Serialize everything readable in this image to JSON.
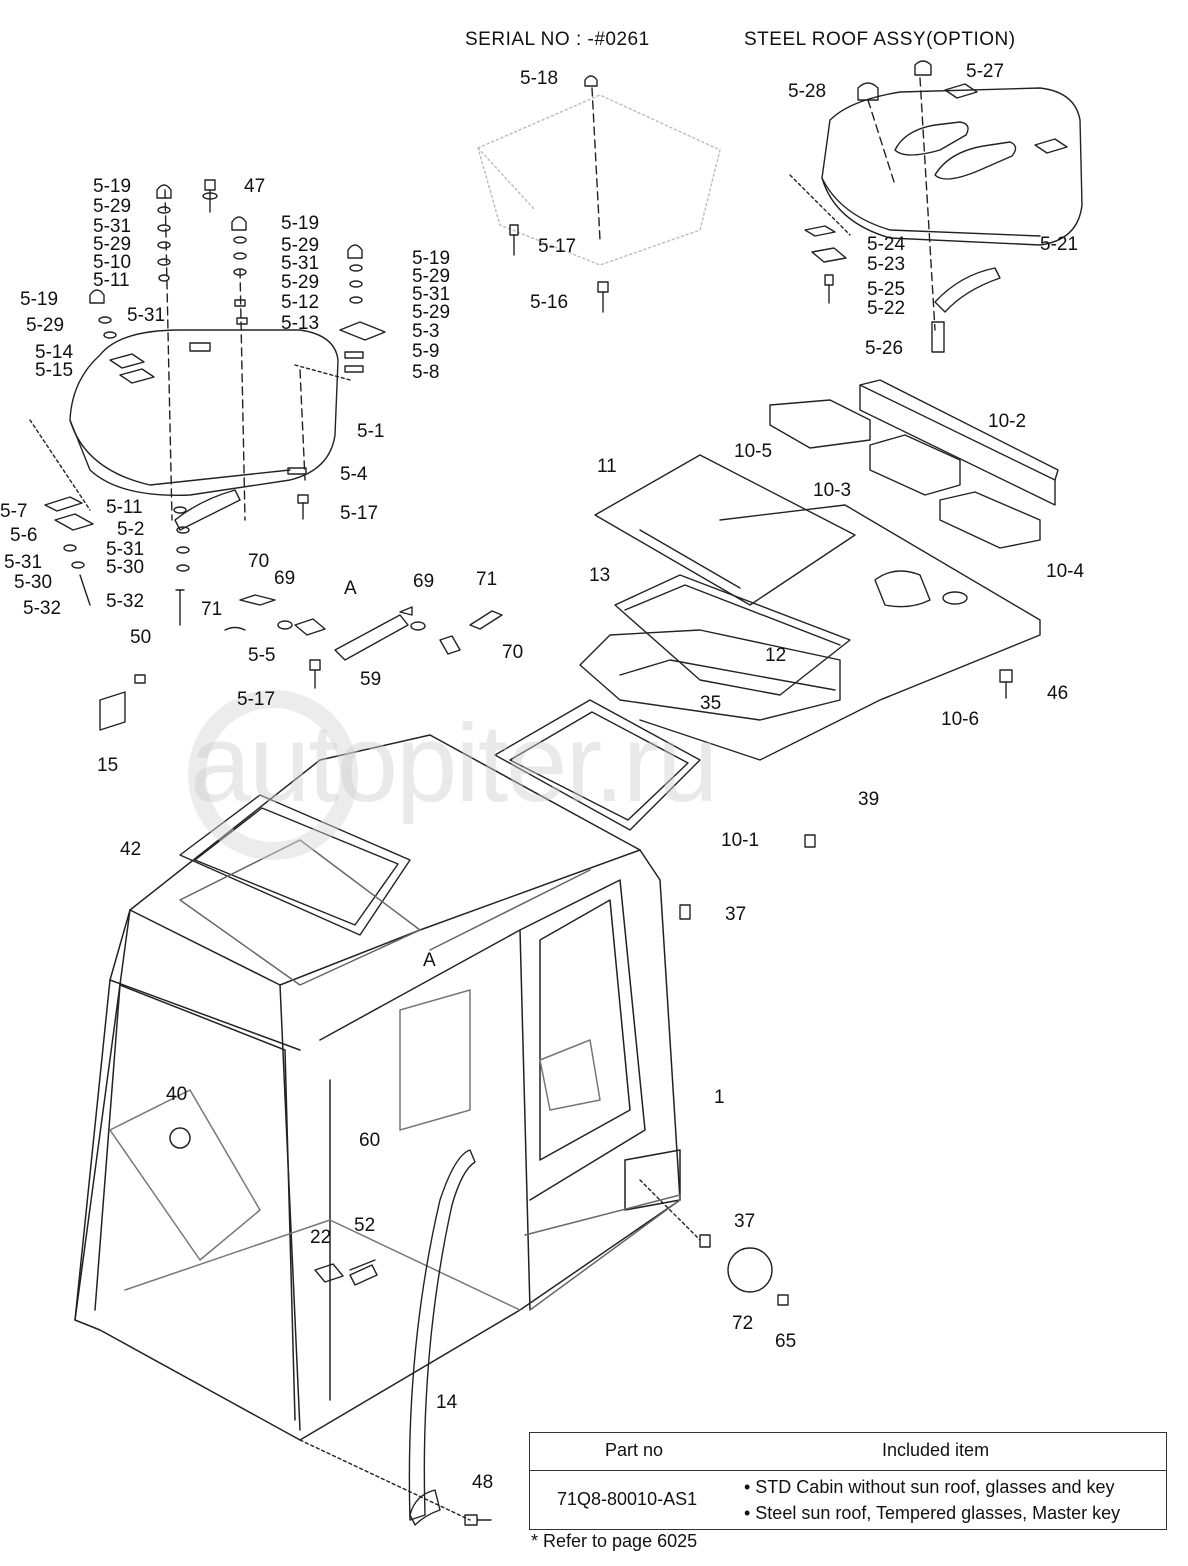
{
  "headers": {
    "serial": "SERIAL NO : -#0261",
    "steel_roof": "STEEL ROOF ASSY(OPTION)"
  },
  "watermark": "autopiter.ru",
  "callouts": {
    "c_5_18": "5-18",
    "c_5_17_top": "5-17",
    "c_5_16": "5-16",
    "c_5_27": "5-27",
    "c_5_28": "5-28",
    "c_5_24": "5-24",
    "c_5_23": "5-23",
    "c_5_25": "5-25",
    "c_5_22": "5-22",
    "c_5_26": "5-26",
    "c_5_21": "5-21",
    "c_5_19_a": "5-19",
    "c_5_29_a": "5-29",
    "c_5_31_a": "5-31",
    "c_5_29_b": "5-29",
    "c_5_10": "5-10",
    "c_5_11_a": "5-11",
    "c_47": "47",
    "c_5_19_b": "5-19",
    "c_5_29_c": "5-29",
    "c_5_31_b": "5-31",
    "c_5_29_d": "5-29",
    "c_5_12": "5-12",
    "c_5_13": "5-13",
    "c_5_19_c": "5-19",
    "c_5_29_e": "5-29",
    "c_5_31_c": "5-31",
    "c_5_29_f": "5-29",
    "c_5_3": "5-3",
    "c_5_9": "5-9",
    "c_5_8": "5-8",
    "c_5_19_d": "5-19",
    "c_5_29_g": "5-29",
    "c_5_31_d": "5-31",
    "c_5_14": "5-14",
    "c_5_15": "5-15",
    "c_5_1": "5-1",
    "c_5_4": "5-4",
    "c_5_17_mid": "5-17",
    "c_5_7": "5-7",
    "c_5_6": "5-6",
    "c_5_31_e": "5-31",
    "c_5_30_a": "5-30",
    "c_5_32_a": "5-32",
    "c_5_11_b": "5-11",
    "c_5_2": "5-2",
    "c_5_31_f": "5-31",
    "c_5_30_b": "5-30",
    "c_5_32_b": "5-32",
    "c_70_a": "70",
    "c_69_a": "69",
    "c_71_a": "71",
    "c_5_5": "5-5",
    "c_5_17_low": "5-17",
    "c_A_top": "A",
    "c_69_b": "69",
    "c_71_b": "71",
    "c_70_b": "70",
    "c_59": "59",
    "c_50": "50",
    "c_15": "15",
    "c_10_2": "10-2",
    "c_10_5": "10-5",
    "c_11": "11",
    "c_10_3": "10-3",
    "c_10_4": "10-4",
    "c_13": "13",
    "c_12": "12",
    "c_35": "35",
    "c_46": "46",
    "c_10_6": "10-6",
    "c_39": "39",
    "c_10_1": "10-1",
    "c_42": "42",
    "c_37_a": "37",
    "c_A_mid": "A",
    "c_40": "40",
    "c_1": "1",
    "c_60": "60",
    "c_37_b": "37",
    "c_52": "52",
    "c_22": "22",
    "c_72": "72",
    "c_65": "65",
    "c_14": "14",
    "c_48": "48"
  },
  "table": {
    "col_part": "Part no",
    "col_included": "Included item",
    "part_no": "71Q8-80010-AS1",
    "items": [
      "• STD Cabin without sun roof, glasses and key",
      "• Steel sun roof, Tempered glasses, Master key"
    ]
  },
  "note": "* Refer to page 6025"
}
